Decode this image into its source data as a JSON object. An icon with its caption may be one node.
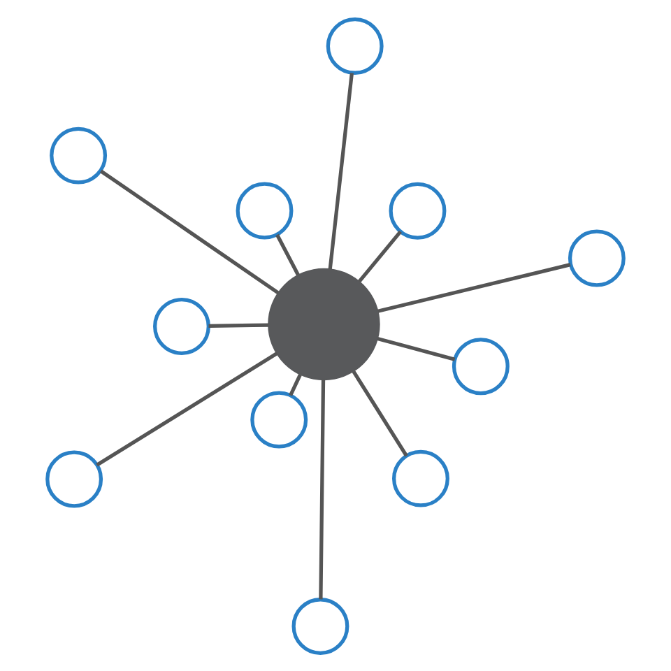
{
  "diagram": {
    "nodes": [
      {
        "text": [],
        "shape": "circle"
      },
      {
        "text": [],
        "shape": "circle"
      },
      {
        "text": [],
        "shape": "circle"
      },
      {
        "text": [],
        "shape": "circle"
      },
      {
        "text": [],
        "shape": "circle"
      },
      {
        "text": [],
        "shape": "circle"
      },
      {
        "text": [],
        "shape": "circle"
      },
      {
        "text": [],
        "shape": "circle"
      },
      {
        "text": [],
        "shape": "circle"
      },
      {
        "text": [],
        "shape": "circle"
      },
      {
        "text": [],
        "shape": "circle"
      },
      {
        "text": [],
        "shape": "circle"
      }
    ],
    "edges": [
      {
        "from": 5,
        "to": 0,
        "arrow": "none"
      },
      {
        "from": 5,
        "to": 1,
        "arrow": "none"
      },
      {
        "from": 5,
        "to": 2,
        "arrow": "none"
      },
      {
        "from": 5,
        "to": 3,
        "arrow": "none"
      },
      {
        "from": 5,
        "to": 4,
        "arrow": "none"
      },
      {
        "from": 5,
        "to": 6,
        "arrow": "none"
      },
      {
        "from": 5,
        "to": 7,
        "arrow": "none"
      },
      {
        "from": 5,
        "to": 8,
        "arrow": "none"
      },
      {
        "from": 5,
        "to": 9,
        "arrow": "none"
      },
      {
        "from": 5,
        "to": 10,
        "arrow": "none"
      },
      {
        "from": 5,
        "to": 11,
        "arrow": "none"
      }
    ]
  }
}
